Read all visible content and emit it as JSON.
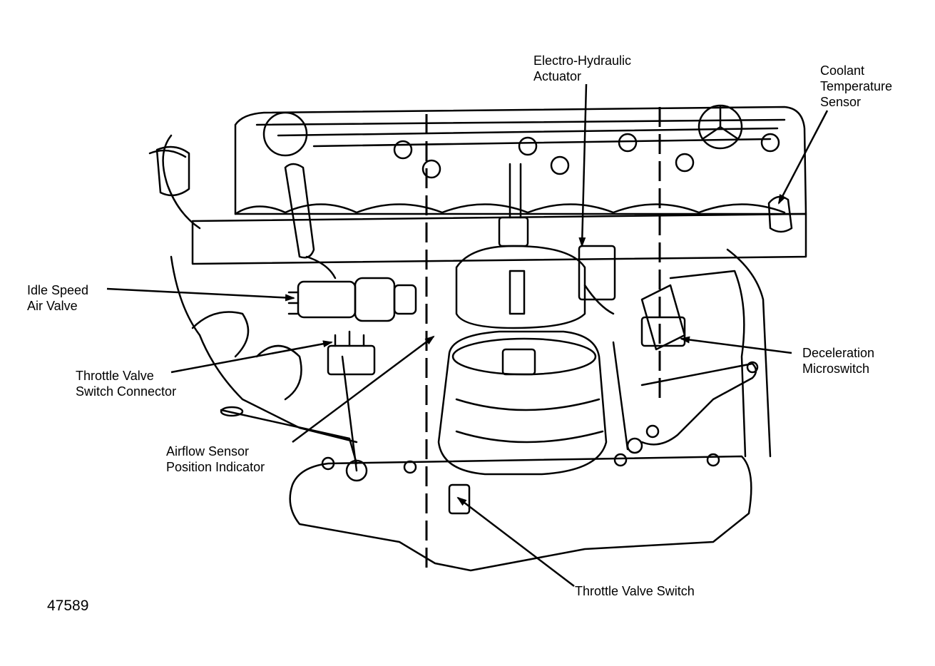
{
  "diagram": {
    "figure_number": "47589",
    "ink_color": "#000000",
    "background_color": "#ffffff",
    "labels": {
      "electro_hydraulic_actuator": [
        "Electro-Hydraulic",
        "Actuator"
      ],
      "coolant_temperature_sensor": [
        "Coolant",
        "Temperature",
        "Sensor"
      ],
      "idle_speed_air_valve": [
        "Idle Speed",
        "Air Valve"
      ],
      "throttle_valve_switch_connector": [
        "Throttle Valve",
        "Switch Connector"
      ],
      "airflow_sensor_position_indicator": [
        "Airflow Sensor",
        "Position Indicator"
      ],
      "deceleration_microswitch": [
        "Deceleration",
        "Microswitch"
      ],
      "throttle_valve_switch": [
        "Throttle Valve Switch"
      ]
    }
  }
}
